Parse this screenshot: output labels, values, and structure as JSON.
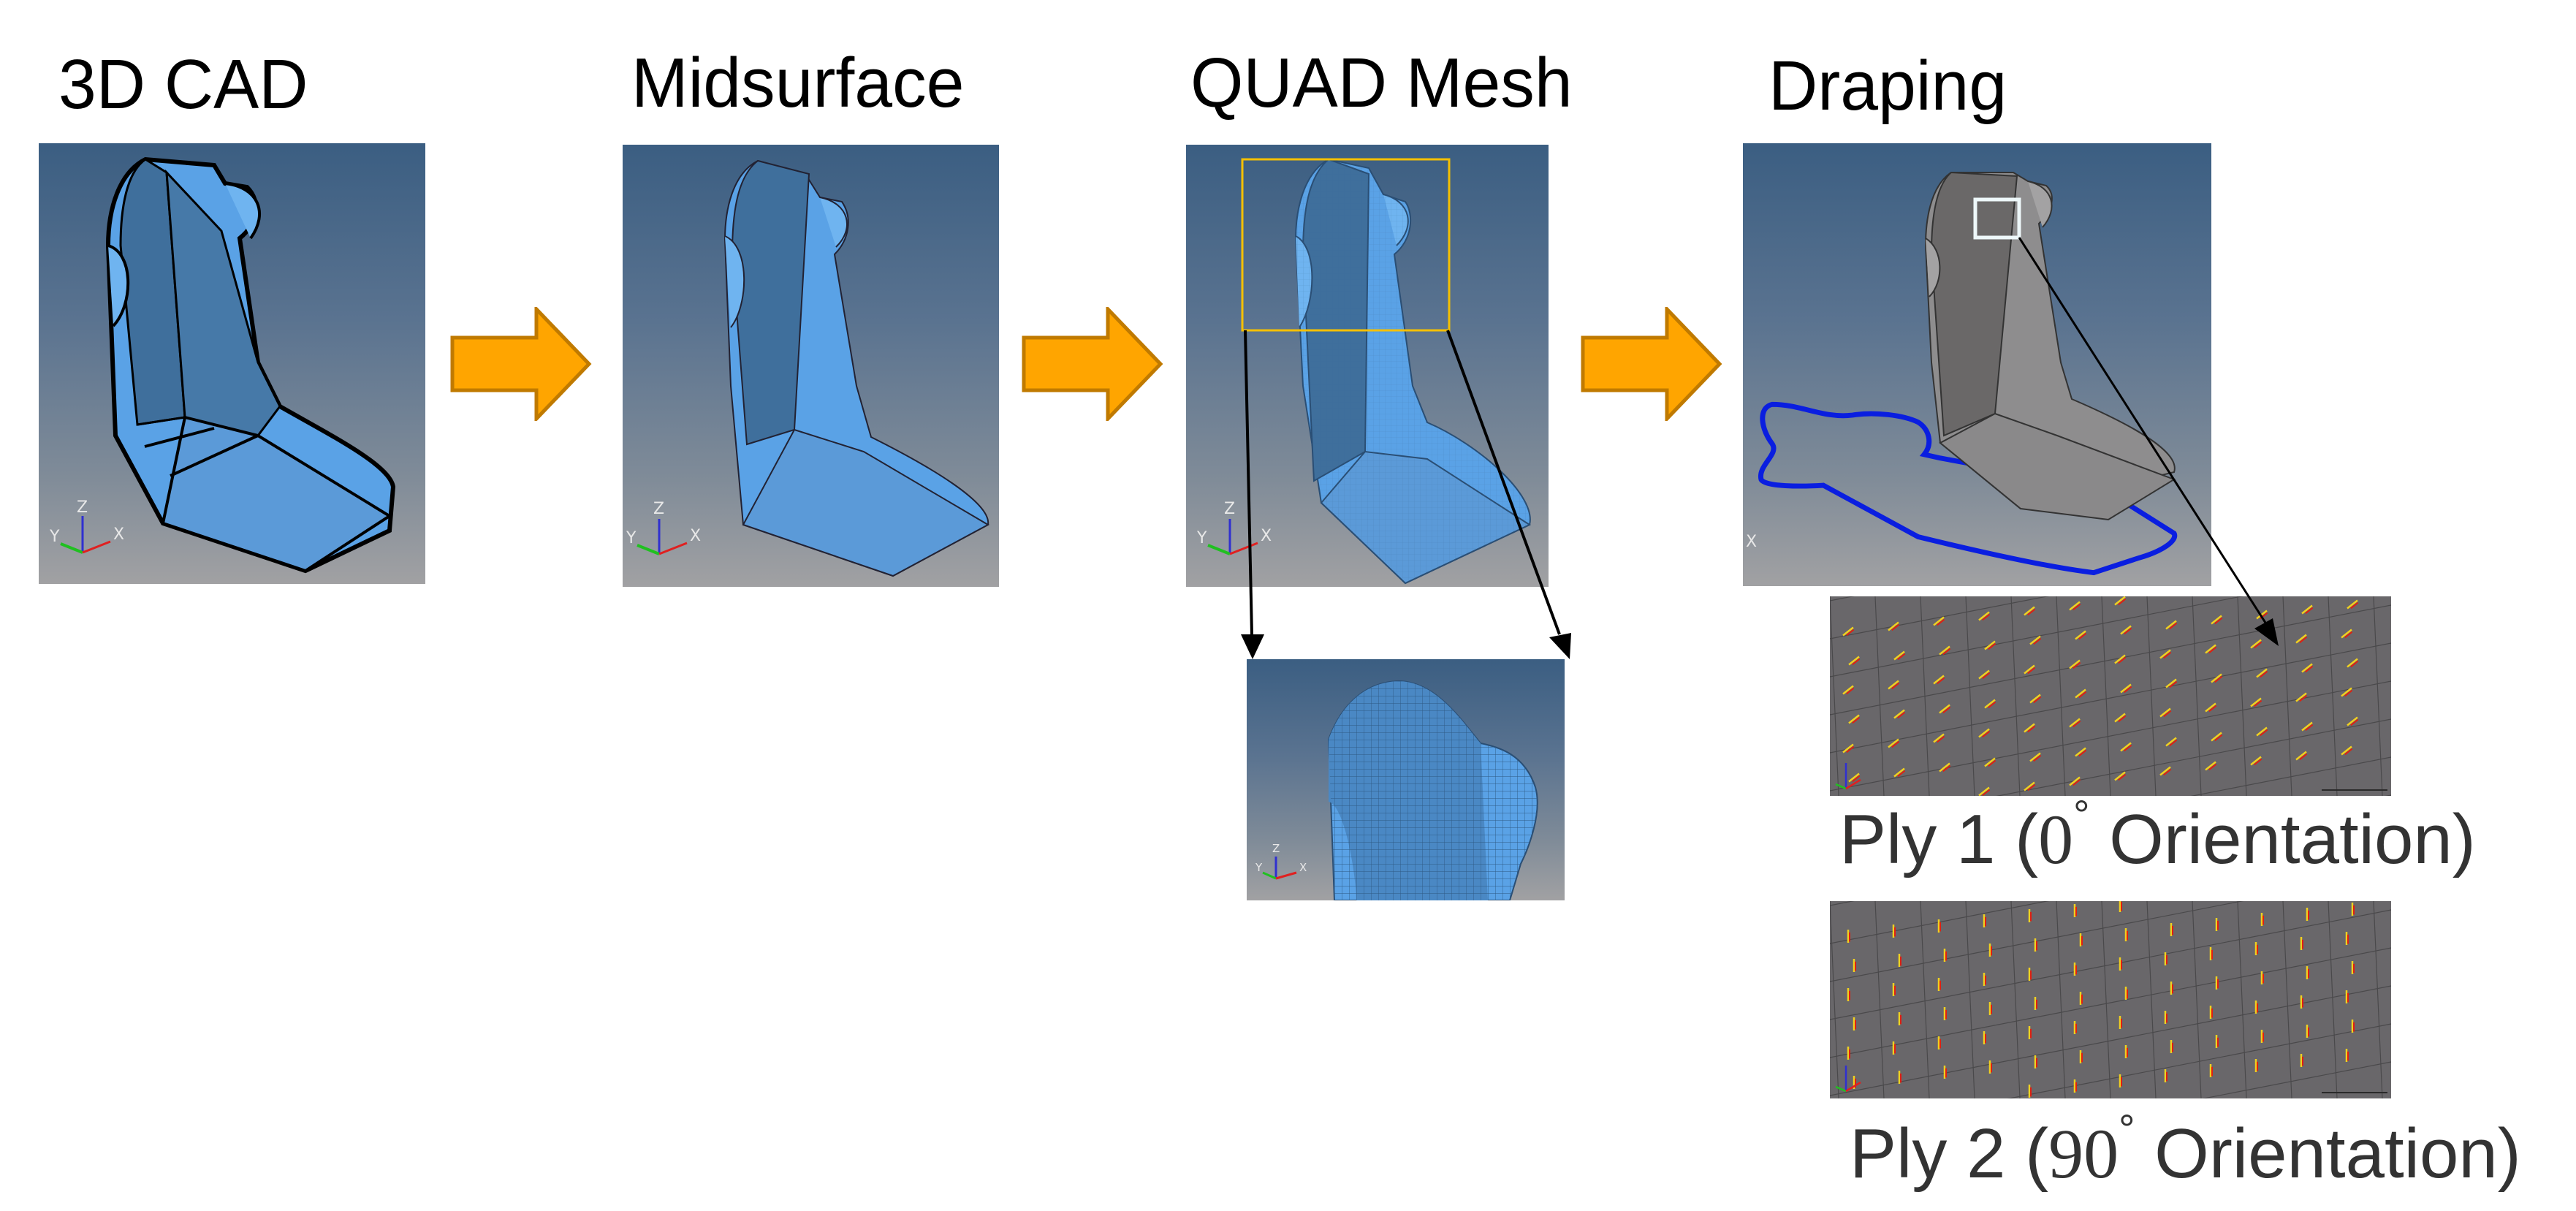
{
  "steps": [
    {
      "title": "3D CAD",
      "view": "cad-geometry"
    },
    {
      "title": "Midsurface",
      "view": "midsurface"
    },
    {
      "title": "QUAD Mesh",
      "view": "quad-mesh"
    },
    {
      "title": "Draping",
      "view": "draping"
    }
  ],
  "flow_arrows": {
    "count": 3,
    "fill": "#FFA500",
    "stroke": "#C07A00"
  },
  "detail_views": {
    "mesh_zoom": {
      "view": "quad-mesh-closeup",
      "highlight_color": "#F5C000"
    },
    "plies": [
      {
        "label_prefix": "Ply 1 (",
        "angle": "0",
        "degree_symbol": "°",
        "label_suffix": " Orientation)",
        "orientation_deg": 0
      },
      {
        "label_prefix": "Ply 2 (",
        "angle": "90",
        "degree_symbol": "°",
        "label_suffix": " Orientation)",
        "orientation_deg": 90
      }
    ]
  },
  "triad": {
    "x": "X",
    "y": "Y",
    "z": "Z"
  },
  "colors": {
    "seat_blue": "#5aa2e6",
    "seat_blue_dark": "#3f6f9c",
    "seat_gray": "#8c8b8c",
    "seat_gray_dark": "#6a6868",
    "draping_boundary": "#0a1ee0",
    "panel_top": "#3b5e82",
    "panel_bottom": "#a1a1a3",
    "ply_bg": "#69676a"
  }
}
